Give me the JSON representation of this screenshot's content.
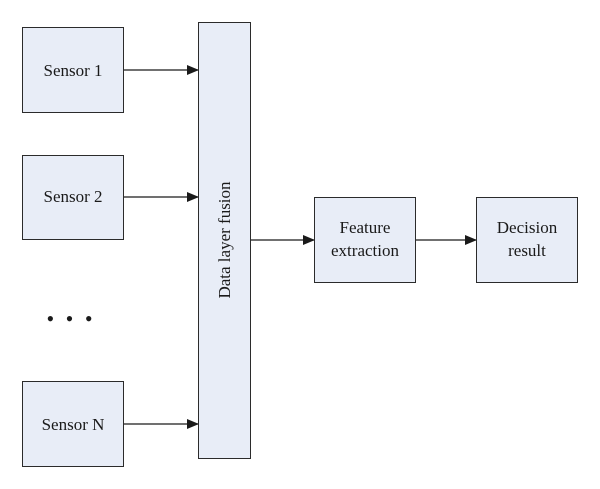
{
  "diagram": {
    "sensors": [
      {
        "label": "Sensor 1"
      },
      {
        "label": "Sensor 2"
      },
      {
        "label": "Sensor N"
      }
    ],
    "ellipsis": "• • •",
    "fusion_label": "Data layer fusion",
    "feature": {
      "line1": "Feature",
      "line2": "extraction"
    },
    "decision": {
      "line1": "Decision",
      "line2": "result"
    },
    "colors": {
      "box_fill": "#e8edf7",
      "box_stroke": "#2b2b2b",
      "arrow": "#1a1a1a",
      "text": "#1a1a1a"
    }
  }
}
